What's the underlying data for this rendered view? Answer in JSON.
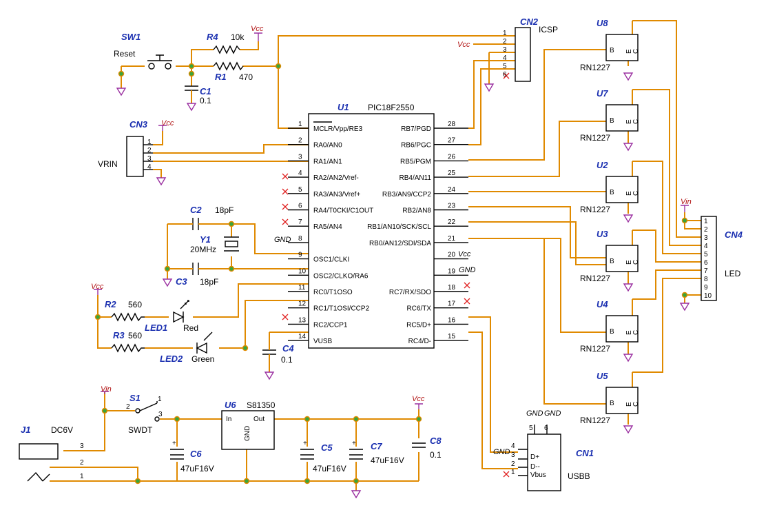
{
  "u1": {
    "ref": "U1",
    "part": "PIC18F2550",
    "left_pins": [
      {
        "num": "1",
        "name": "MCLR/Vpp/RE3"
      },
      {
        "num": "2",
        "name": "RA0/AN0"
      },
      {
        "num": "3",
        "name": "RA1/AN1"
      },
      {
        "num": "4",
        "name": "RA2/AN2/Vref-"
      },
      {
        "num": "5",
        "name": "RA3/AN3/Vref+"
      },
      {
        "num": "6",
        "name": "RA4/T0CKI/C1OUT"
      },
      {
        "num": "7",
        "name": "RA5/AN4"
      },
      {
        "num": "8",
        "name": ""
      },
      {
        "num": "9",
        "name": "OSC1/CLKI"
      },
      {
        "num": "10",
        "name": "OSC2/CLKO/RA6"
      },
      {
        "num": "11",
        "name": "RC0/T1OSO"
      },
      {
        "num": "12",
        "name": "RC1/T1OSI/CCP2"
      },
      {
        "num": "13",
        "name": "RC2/CCP1"
      },
      {
        "num": "14",
        "name": "VUSB"
      }
    ],
    "right_pins": [
      {
        "num": "28",
        "name": "RB7/PGD"
      },
      {
        "num": "27",
        "name": "RB6/PGC"
      },
      {
        "num": "26",
        "name": "RB5/PGM"
      },
      {
        "num": "25",
        "name": "RB4/AN11"
      },
      {
        "num": "24",
        "name": "RB3/AN9/CCP2"
      },
      {
        "num": "23",
        "name": "RB2/AN8"
      },
      {
        "num": "22",
        "name": "RB1/AN10/SCK/SCL"
      },
      {
        "num": "21",
        "name": "RB0/AN12/SDI/SDA"
      },
      {
        "num": "20",
        "name": ""
      },
      {
        "num": "19",
        "name": ""
      },
      {
        "num": "18",
        "name": "RC7/RX/SDO"
      },
      {
        "num": "17",
        "name": "RC6/TX"
      },
      {
        "num": "16",
        "name": "RC5/D+"
      },
      {
        "num": "15",
        "name": "RC4/D-"
      }
    ]
  },
  "refs": {
    "sw1": "SW1",
    "r4": "R4",
    "r1": "R1",
    "c1": "C1",
    "cn2": "CN2",
    "cn3": "CN3",
    "c2": "C2",
    "y1": "Y1",
    "c3": "C3",
    "r2": "R2",
    "r3": "R3",
    "led1": "LED1",
    "led2": "LED2",
    "c4": "C4",
    "s1": "S1",
    "u6": "U6",
    "j1": "J1",
    "c6": "C6",
    "c5": "C5",
    "c7": "C7",
    "c8": "C8",
    "cn1": "CN1",
    "cn4": "CN4",
    "u8": "U8",
    "u7": "U7",
    "u2": "U2",
    "u3": "U3",
    "u4": "U4",
    "u5": "U5"
  },
  "values": {
    "sw1": "Reset",
    "r4": "10k",
    "r1": "470",
    "c1": "0.1",
    "cn2": "ICSP",
    "cn3": "VRIN",
    "c2": "18pF",
    "y1": "20MHz",
    "c3": "18pF",
    "r2": "560",
    "r3": "560",
    "led1": "Red",
    "led2": "Green",
    "c4": "0.1",
    "s1": "SWDT",
    "u6": "S81350",
    "j1": "DC6V",
    "c6": "47uF16V",
    "c5": "47uF16V",
    "c7": "47uF16V",
    "c8": "0.1",
    "cn1": "USBB",
    "cn4": "LED",
    "transistor": "RN1227"
  },
  "power": {
    "vcc": "Vcc",
    "vin": "Vin",
    "gnd": "GND"
  },
  "u6_pins": {
    "in": "In",
    "out": "Out",
    "gnd": "GND"
  },
  "usb_pins": [
    "D+",
    "D--",
    "Vbus"
  ],
  "usb_nums": [
    "4",
    "3",
    "2",
    "1",
    "5",
    "6"
  ],
  "cn4_pins": [
    "1",
    "2",
    "3",
    "4",
    "5",
    "6",
    "7",
    "8",
    "9",
    "10"
  ],
  "cn3_pins": [
    "1",
    "2",
    "3",
    "4"
  ],
  "cn2_pins": [
    "1",
    "2",
    "3",
    "4",
    "5",
    "6"
  ],
  "tr_pins": {
    "b": "B",
    "e": "E",
    "c": "C"
  },
  "s1_pins": [
    "1",
    "2",
    "3"
  ],
  "j1_pins": [
    "3",
    "2",
    "1"
  ]
}
